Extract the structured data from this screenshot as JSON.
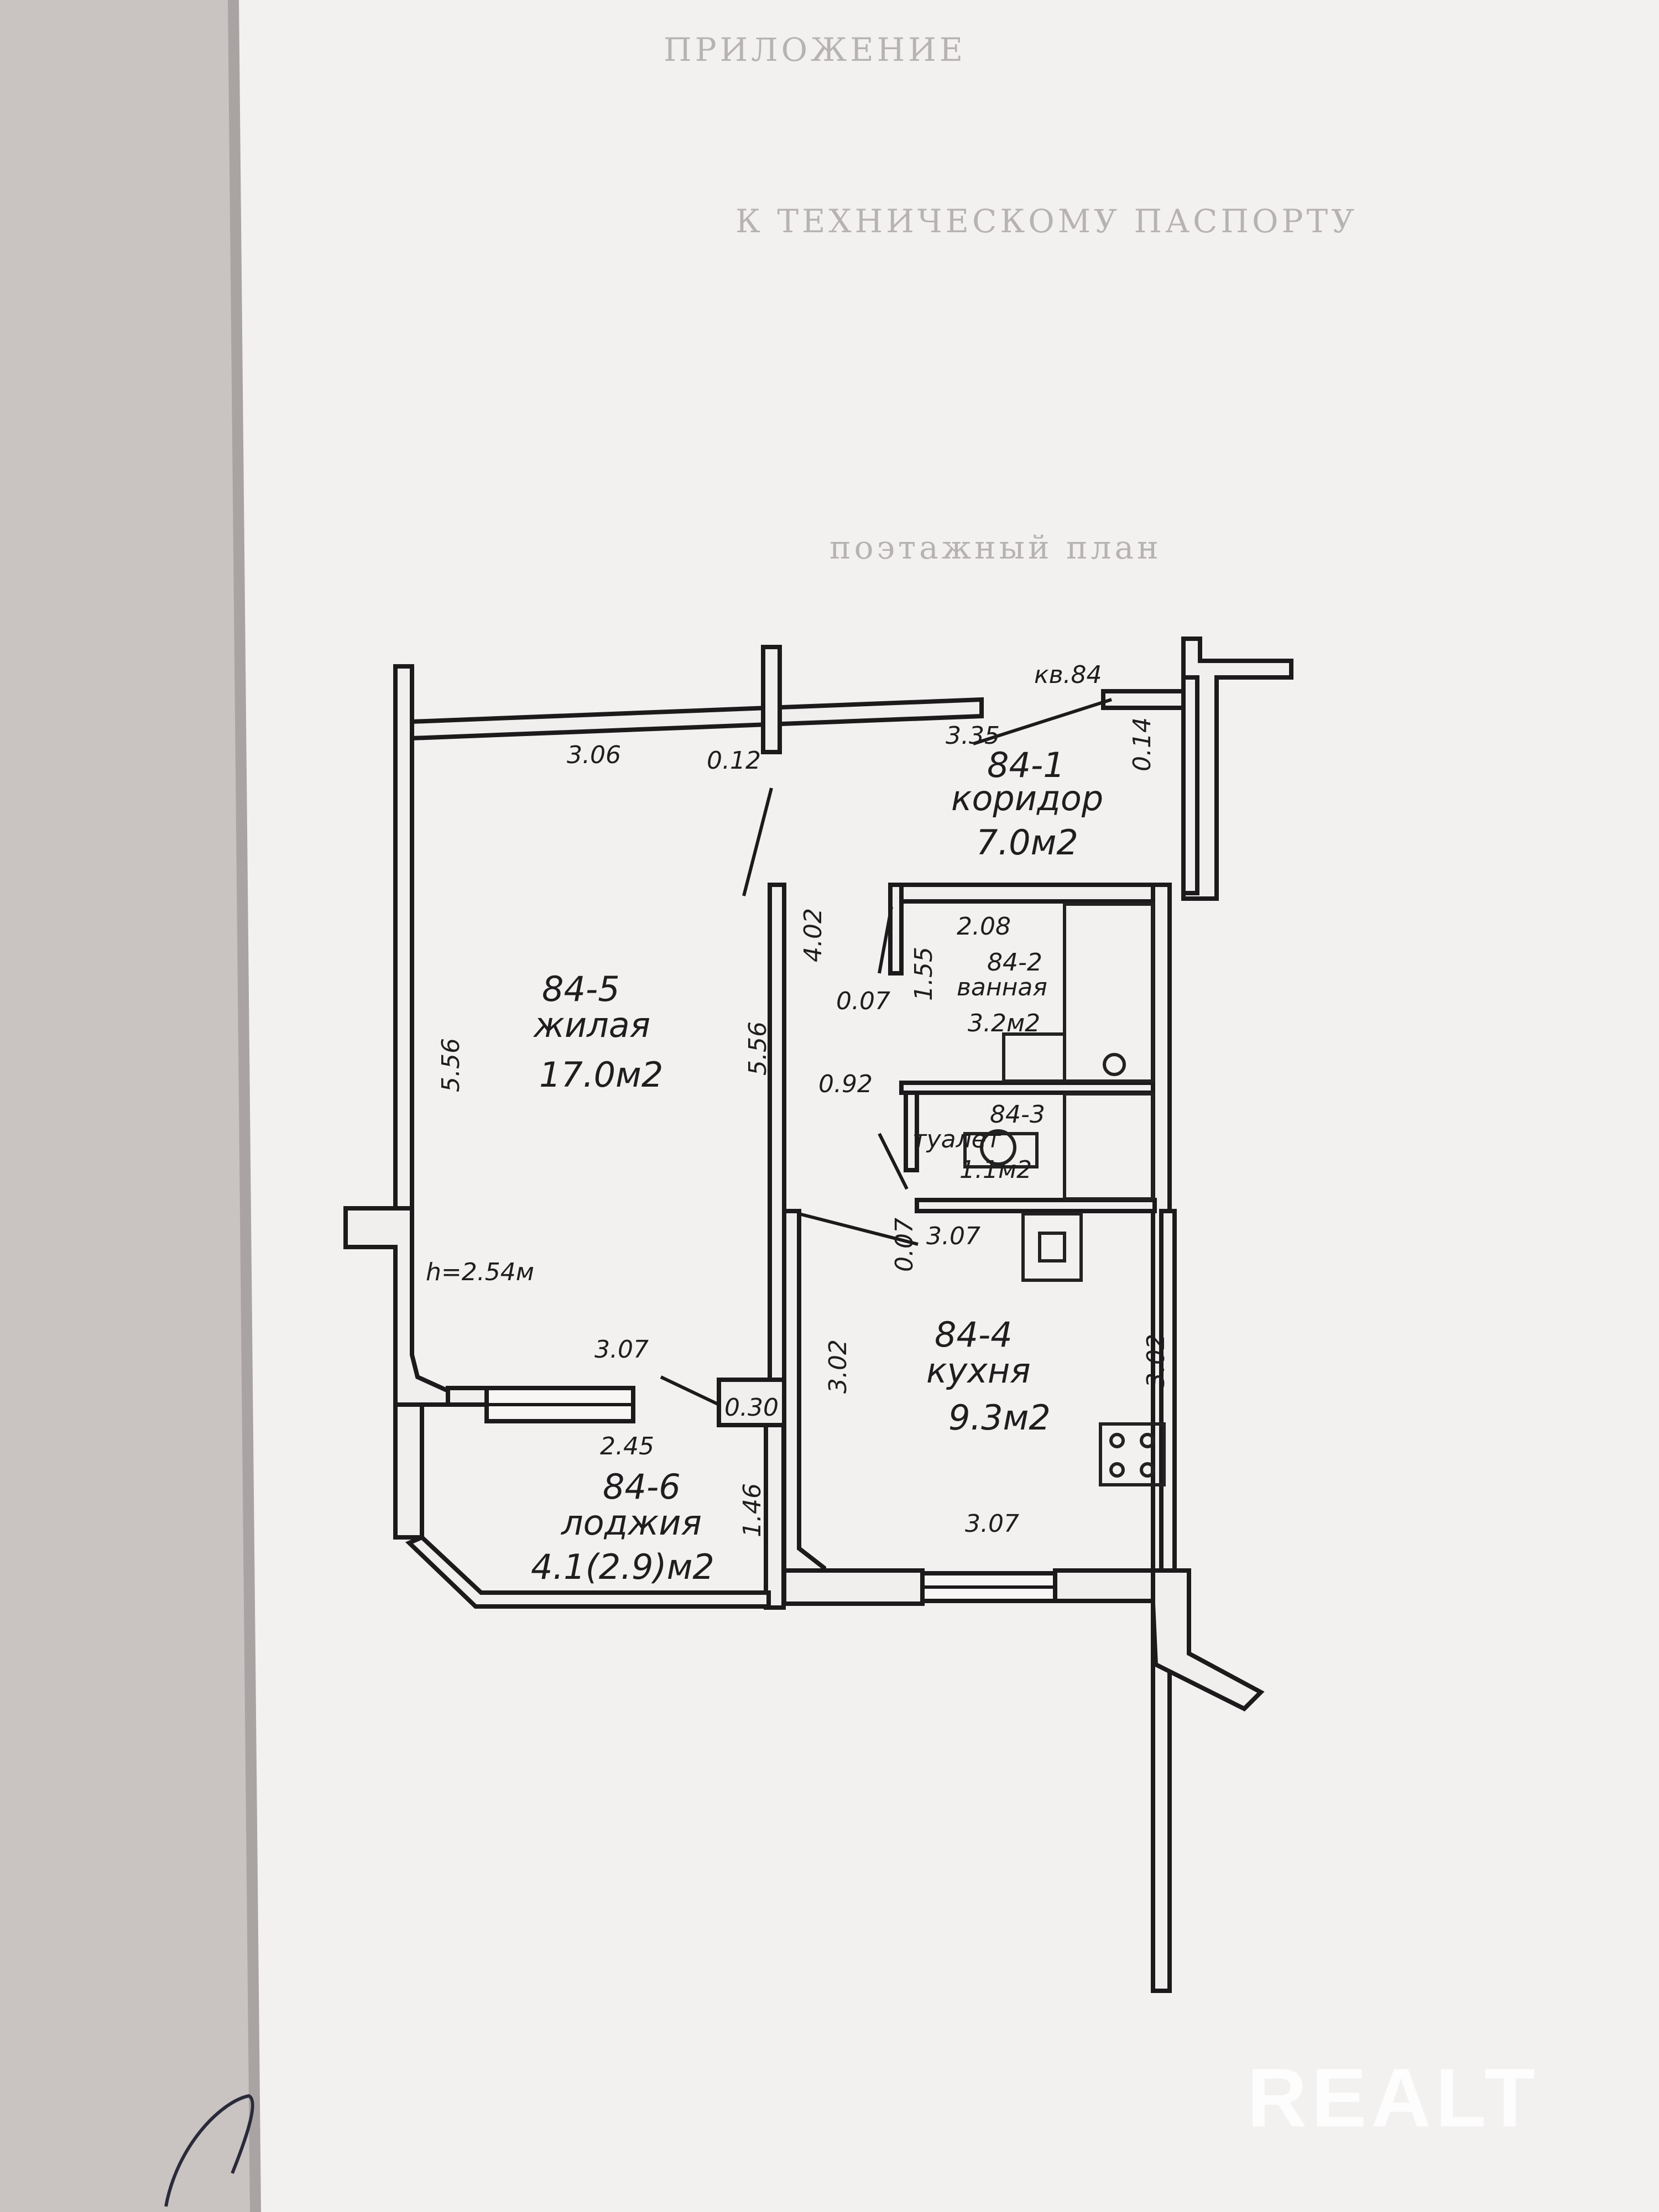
{
  "document": {
    "paper_color": "#f3f1f0",
    "background_color": "#c9c4c2",
    "line_color": "#1c1a1b",
    "faded_header_lines": [
      "ПРИЛОЖЕНИЕ",
      "К ТЕХНИЧЕСКОМУ ПАСПОРТУ",
      "поэтажный план"
    ]
  },
  "plan": {
    "apartment_label": "кв.84",
    "ceiling_height": "h=2.54м",
    "rooms": [
      {
        "id": "84-1",
        "name": "коридор",
        "area": "7.0м2"
      },
      {
        "id": "84-2",
        "name": "ванная",
        "area": "3.2м2"
      },
      {
        "id": "84-3",
        "name": "туалет",
        "area": "1.1м2"
      },
      {
        "id": "84-4",
        "name": "кухня",
        "area": "9.3м2"
      },
      {
        "id": "84-5",
        "name": "жилая",
        "area": "17.0м2"
      },
      {
        "id": "84-6",
        "name": "лоджия",
        "area": "4.1(2.9)м2"
      }
    ],
    "dimensions": {
      "living_top_width": "3.06",
      "partition_thickness_top": "0.12",
      "corridor_length": "3.35",
      "corridor_wall": "0.14",
      "living_left_length": "5.56",
      "living_right_length": "5.56",
      "corridor_height": "4.02",
      "bath_width": "2.08",
      "bath_height": "1.55",
      "bath_gap": "0.07",
      "toilet_width": "0.92",
      "toilet_gap": "0.07",
      "kitchen_top_width": "3.07",
      "living_bottom_width": "3.07",
      "column": "0.30",
      "loggia_width": "2.45",
      "loggia_depth": "1.46",
      "kitchen_left_length": "3.02",
      "kitchen_right_length": "3.02",
      "kitchen_bottom_width": "3.07"
    }
  },
  "watermark": {
    "text": "REALT"
  }
}
